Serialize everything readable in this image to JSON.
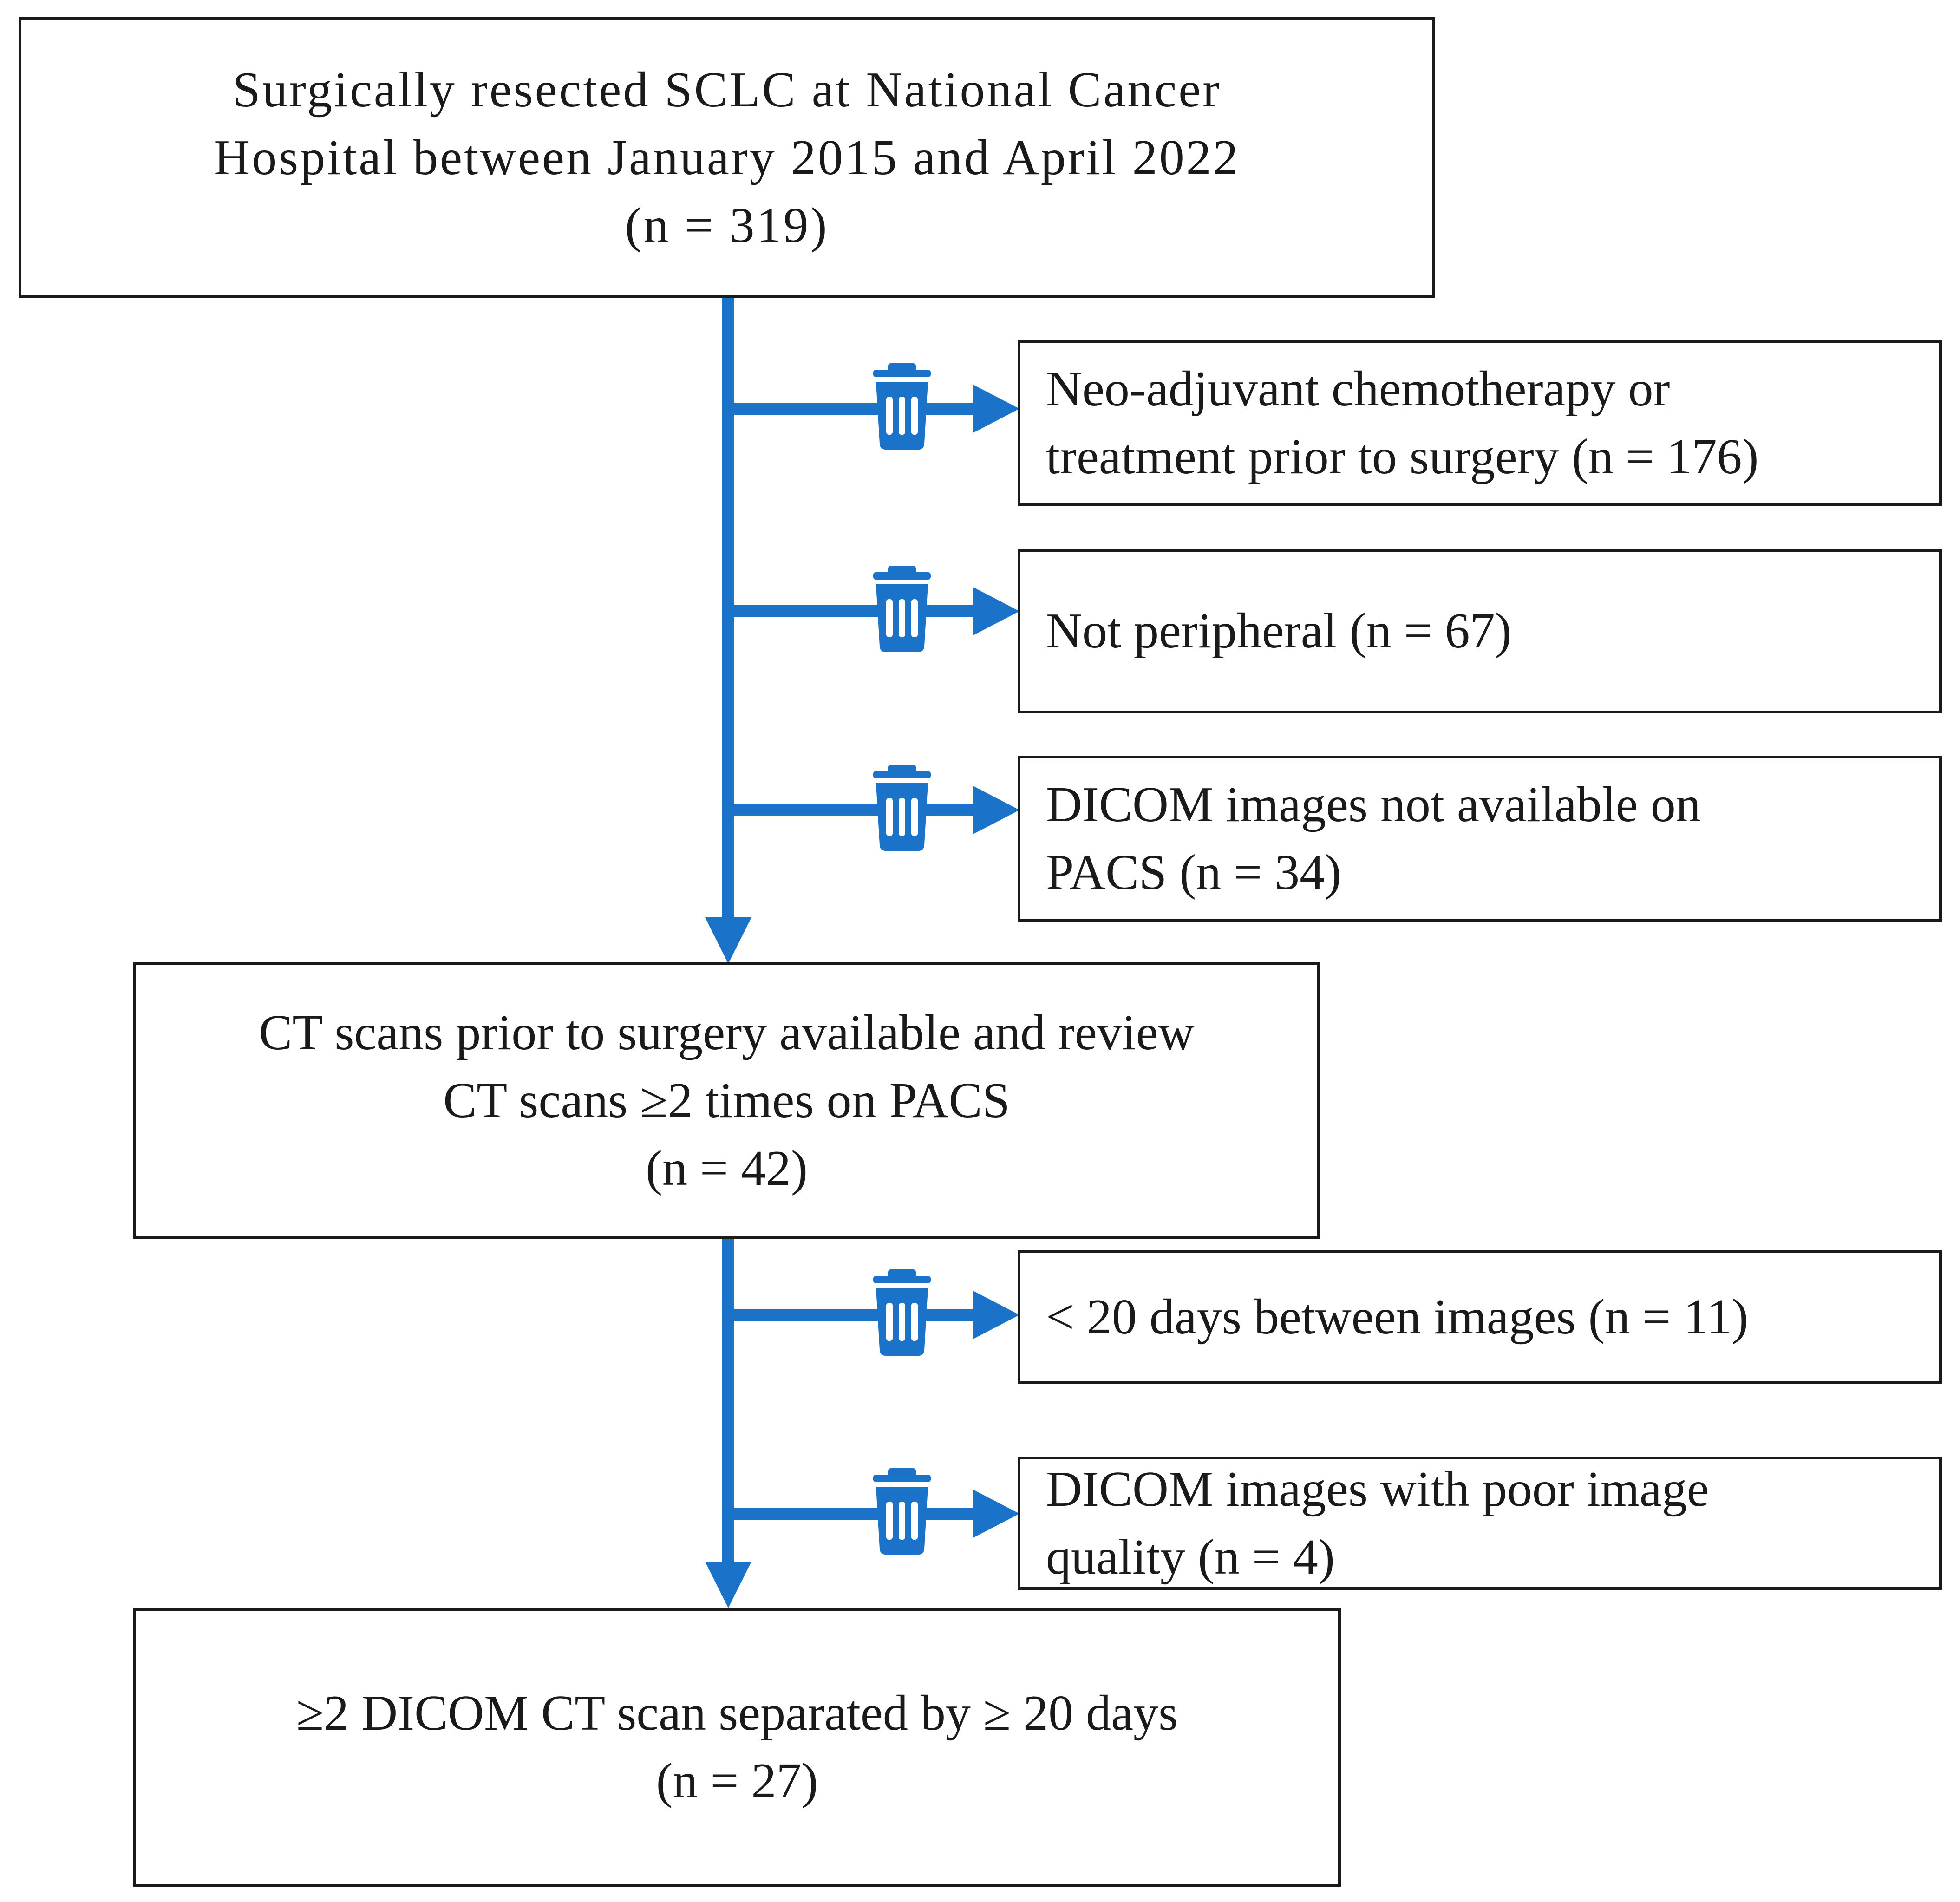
{
  "main_box": {
    "line1": "Surgically resected SCLC at National Cancer",
    "line2": "Hospital between January 2015 and April 2022",
    "line3": "(n = 319)"
  },
  "exclusions_1": [
    {
      "line1": "Neo-adjuvant chemotherapy or",
      "line2": "treatment prior to surgery (n = 176)"
    },
    {
      "line1": "Not peripheral (n = 67)"
    },
    {
      "line1": "DICOM  images not available on",
      "line2": "PACS (n = 34)"
    }
  ],
  "middle_box": {
    "line1": "CT scans prior to surgery available and review",
    "line2": "CT scans ≥2 times on PACS",
    "line3": "(n = 42)"
  },
  "exclusions_2": [
    {
      "line1": "< 20 days between images (n = 11)"
    },
    {
      "line1": "DICOM  images with poor image",
      "line2": "quality (n = 4)"
    }
  ],
  "final_box": {
    "line1": "≥2  DICOM CT scan separated by ≥ 20 days",
    "line2": "(n = 27)"
  },
  "colors": {
    "arrow": "#1a73c8",
    "border": "#1a1a1a",
    "text": "#1a1a1a",
    "icon": "trash-bin-icon"
  }
}
